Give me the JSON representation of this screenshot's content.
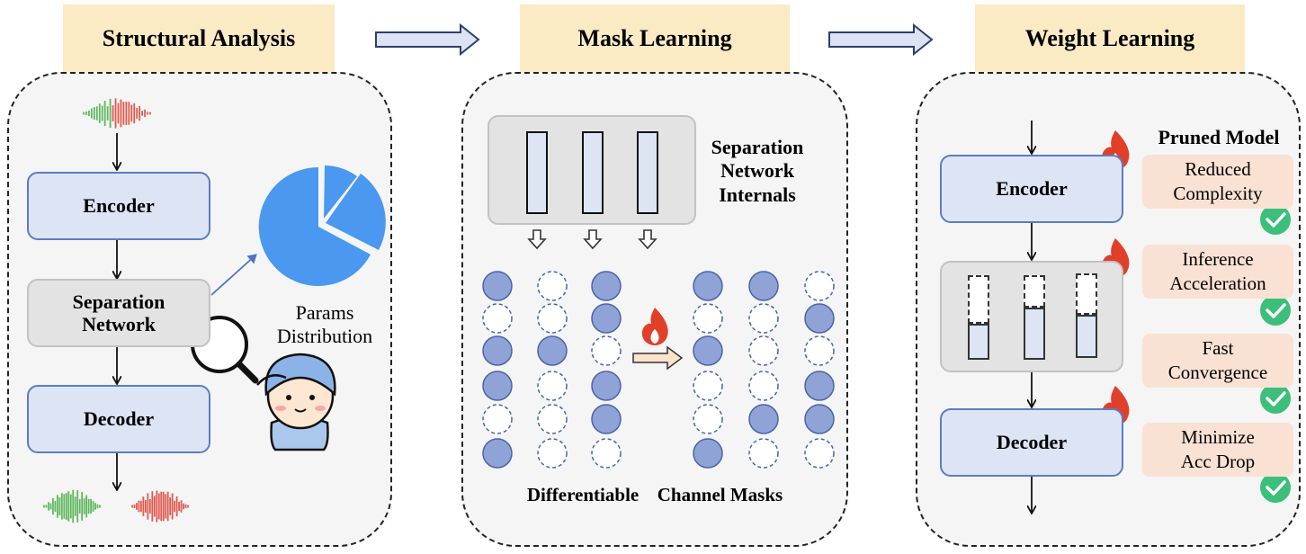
{
  "stages": {
    "structural": "Structural Analysis",
    "mask": "Mask Learning",
    "weight": "Weight Learning"
  },
  "analysis": {
    "encoder": "Encoder",
    "separation_line1": "Separation",
    "separation_line2": "Network",
    "decoder": "Decoder",
    "params_line1": "Params",
    "params_line2": "Distribution"
  },
  "mask": {
    "internals_line1": "Separation",
    "internals_line2": "Network",
    "internals_line3": "Internals",
    "caption_a": "Differentiable",
    "caption_b": "Channel Masks"
  },
  "weight": {
    "encoder": "Encoder",
    "decoder": "Decoder",
    "pruned_title": "Pruned Model",
    "benefits": [
      {
        "line1": "Reduced",
        "line2": "Complexity"
      },
      {
        "line1": "Inference",
        "line2": "Acceleration"
      },
      {
        "line1": "Fast",
        "line2": "Convergence"
      },
      {
        "line1": "Minimize",
        "line2": "Acc Drop"
      }
    ]
  },
  "colors": {
    "title_bg": "#fbebc4",
    "box_fill": "#dde4f4",
    "box_border": "#5b7cc6",
    "node_fill": "#8fa3d6",
    "pie": "#4a98f0",
    "flame": "#e0402a",
    "check": "#3bbf7a",
    "peach": "#f9e2d4",
    "wave_green": "#5fb85f",
    "wave_red": "#e05a4f"
  }
}
